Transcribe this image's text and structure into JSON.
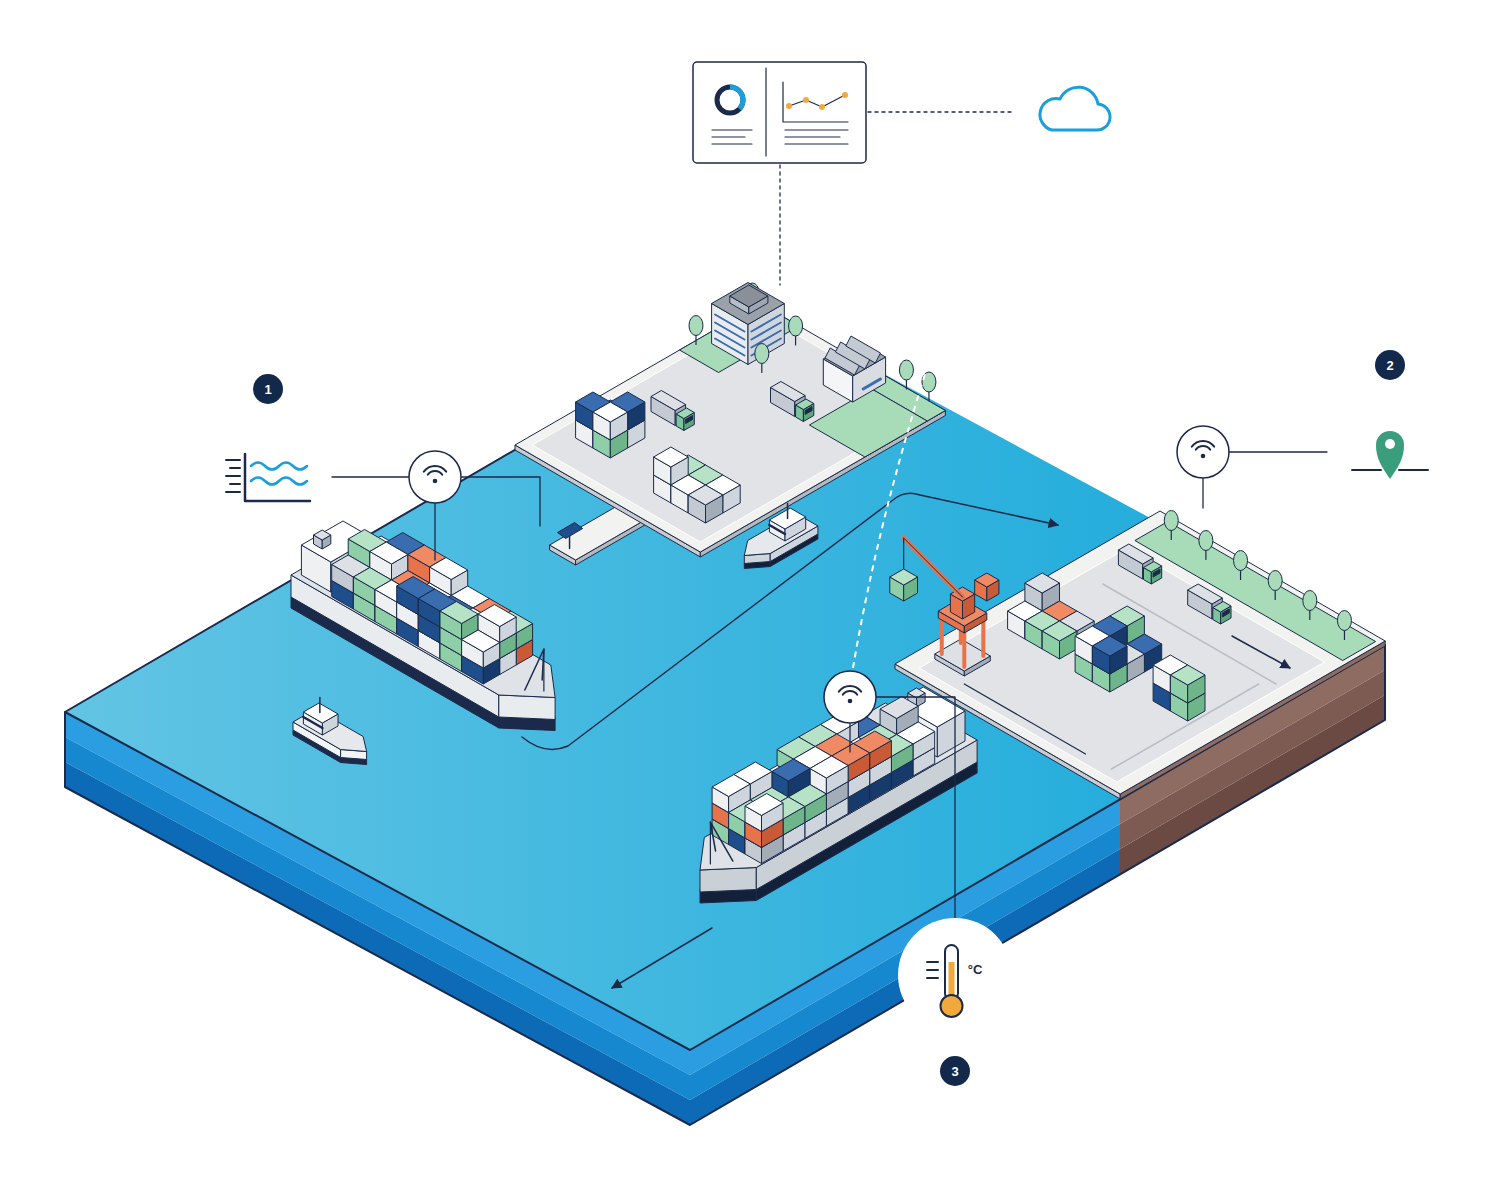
{
  "diagram": {
    "labels": [
      "1",
      "2",
      "°C",
      "3"
    ]
  }
}
